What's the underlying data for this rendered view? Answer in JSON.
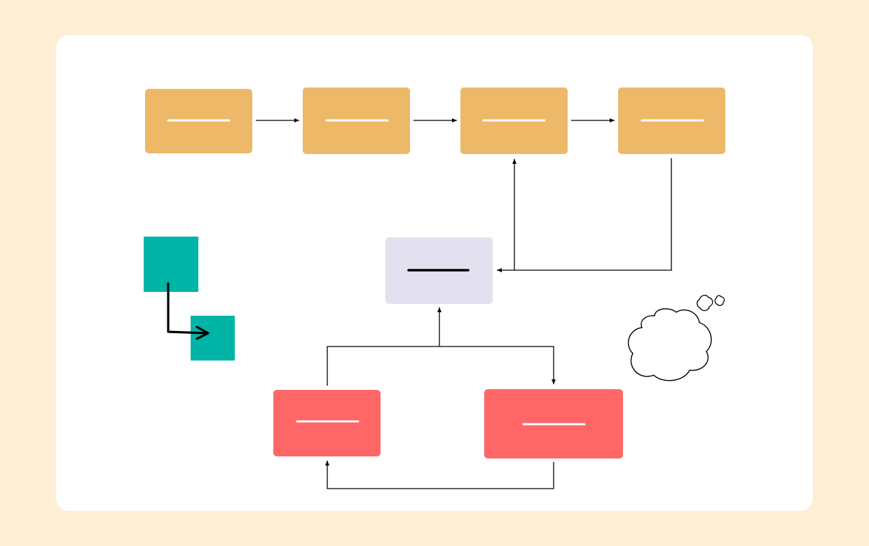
{
  "colors": {
    "page_background": "#FDEED4",
    "canvas_background": "#FFFFFF",
    "process_box": "#EDB868",
    "process_bar": "#FFFFFF",
    "decision_box": "#E3E0F0",
    "decision_bar": "#000000",
    "alert_box": "#FF6666",
    "alert_bar": "#FFFFFF",
    "sticky_square": "#00B4A6",
    "connector": "#000000",
    "cloud_fill": "#FFFFFF",
    "cloud_stroke": "#000000"
  },
  "diagram": {
    "nodes": [
      {
        "id": "process-1",
        "kind": "process",
        "label": ""
      },
      {
        "id": "process-2",
        "kind": "process",
        "label": ""
      },
      {
        "id": "process-3",
        "kind": "process",
        "label": ""
      },
      {
        "id": "process-4",
        "kind": "process",
        "label": ""
      },
      {
        "id": "decision",
        "kind": "decision",
        "label": ""
      },
      {
        "id": "alert-left",
        "kind": "alert",
        "label": ""
      },
      {
        "id": "alert-right",
        "kind": "alert",
        "label": ""
      },
      {
        "id": "sticky-large",
        "kind": "sticky-square",
        "label": ""
      },
      {
        "id": "sticky-small",
        "kind": "sticky-square",
        "label": ""
      },
      {
        "id": "thought-cloud",
        "kind": "cloud",
        "label": ""
      }
    ],
    "edges": [
      {
        "from": "process-1",
        "to": "process-2"
      },
      {
        "from": "process-2",
        "to": "process-3"
      },
      {
        "from": "process-3",
        "to": "process-4"
      },
      {
        "from": "process-4",
        "to": "decision"
      },
      {
        "from": "process-4",
        "to": "process-3"
      },
      {
        "from": "alert-left",
        "to": "decision"
      },
      {
        "from": "alert-left",
        "to": "alert-right"
      },
      {
        "from": "alert-right",
        "to": "alert-left"
      },
      {
        "from": "sticky-large",
        "to": "sticky-small"
      }
    ]
  }
}
